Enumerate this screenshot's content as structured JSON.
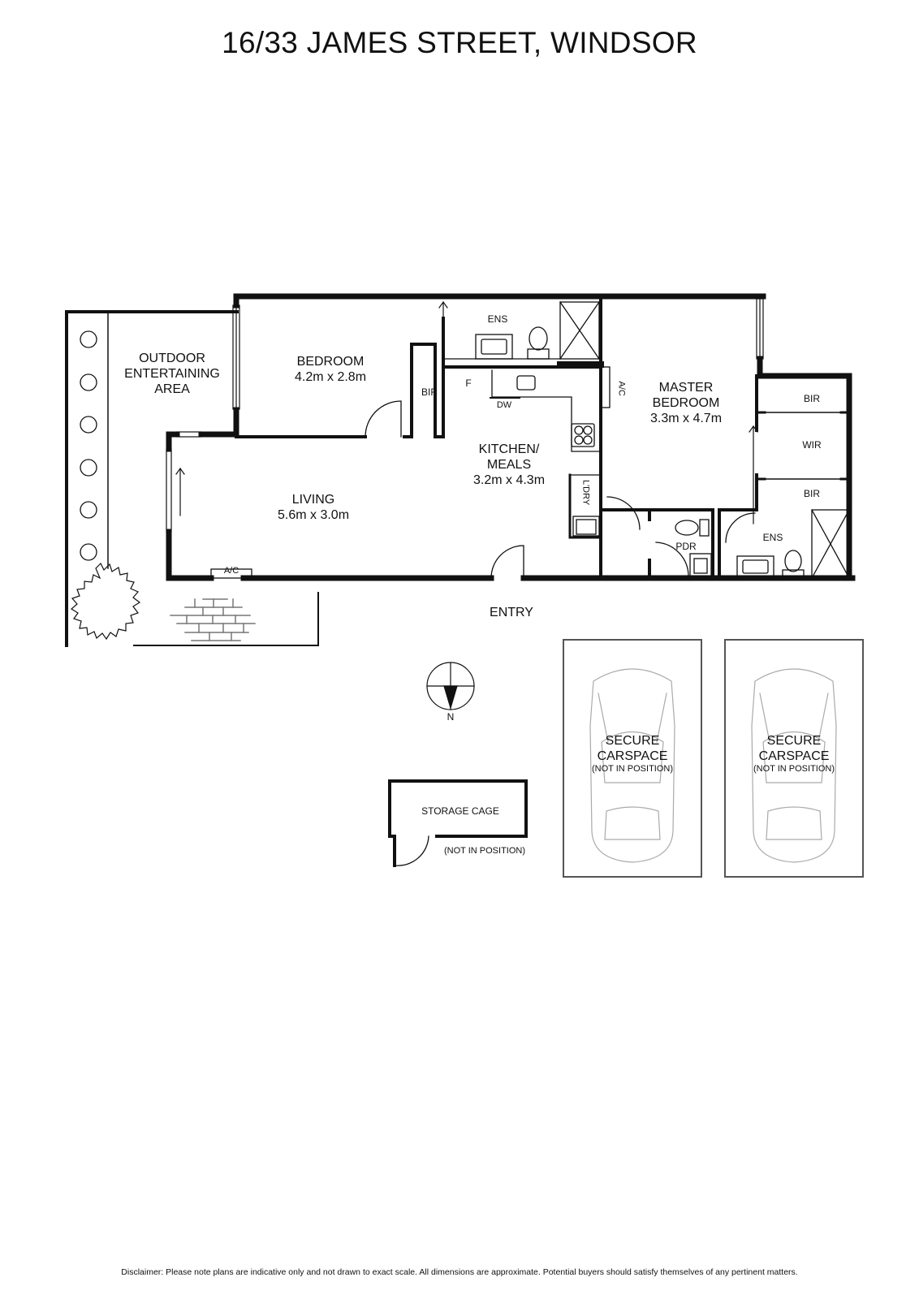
{
  "title": "16/33 JAMES STREET, WINDSOR",
  "rooms": {
    "outdoor": {
      "line1": "OUTDOOR",
      "line2": "ENTERTAINING",
      "line3": "AREA"
    },
    "bedroom": {
      "name": "BEDROOM",
      "size": "4.2m x 2.8m"
    },
    "bedroom_bir": "BIR",
    "ens_top": "ENS",
    "kitchen": {
      "line1": "KITCHEN/",
      "line2": "MEALS",
      "size": "3.2m x 4.3m"
    },
    "fridge": "F",
    "dishwasher": "DW",
    "ac_kitchen": "A/C",
    "laundry": "L'DRY",
    "master": {
      "line1": "MASTER",
      "line2": "BEDROOM",
      "size": "3.3m x 4.7m"
    },
    "master_bir_top": "BIR",
    "master_wir": "WIR",
    "master_bir_bottom": "BIR",
    "living": {
      "name": "LIVING",
      "size": "5.6m x 3.0m"
    },
    "ac_living": "A/C",
    "powder": "PDR",
    "ens_master": "ENS",
    "entry": "ENTRY"
  },
  "compass": {
    "label": "N"
  },
  "storage": {
    "name": "STORAGE CAGE",
    "note": "(NOT IN POSITION)"
  },
  "carspaces": [
    {
      "line1": "SECURE",
      "line2": "CARSPACE",
      "note": "(NOT IN POSITION)"
    },
    {
      "line1": "SECURE",
      "line2": "CARSPACE",
      "note": "(NOT IN POSITION)"
    }
  ],
  "disclaimer": "Disclaimer: Please note plans are indicative only and not drawn to exact scale. All dimensions are approximate. Potential buyers should satisfy themselves of any pertinent matters."
}
